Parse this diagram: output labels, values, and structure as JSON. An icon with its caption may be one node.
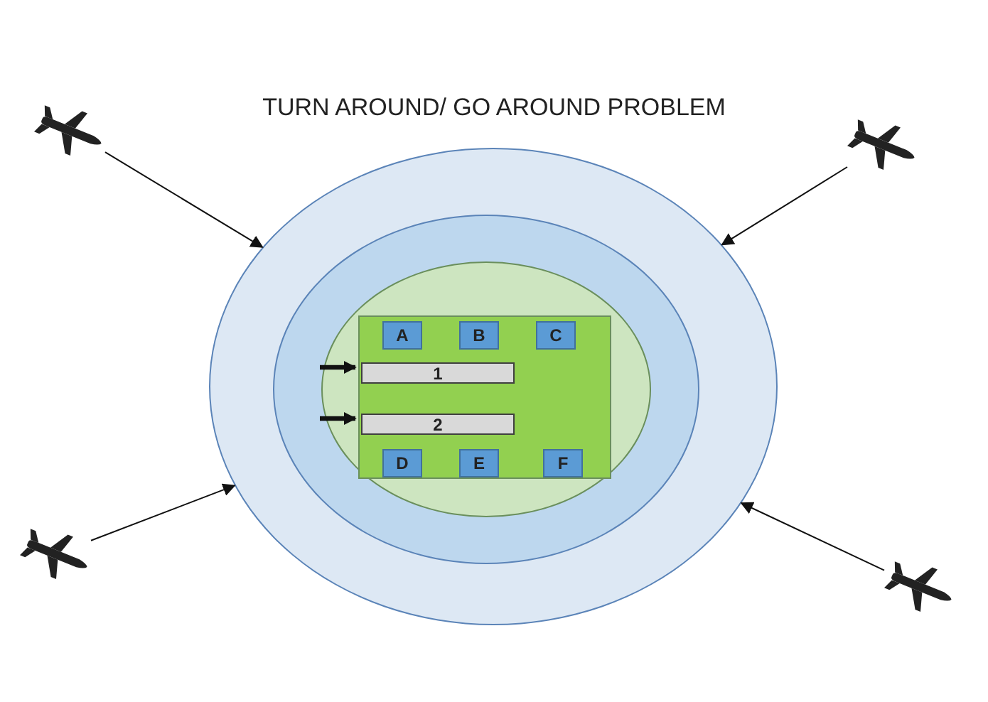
{
  "diagram": {
    "title": "TURN AROUND/ GO AROUND PROBLEM",
    "nodes": [
      {
        "text": [],
        "shape": "airplane"
      },
      {
        "text": [],
        "shape": "airplane"
      },
      {
        "text": [],
        "shape": "ellipse"
      },
      {
        "text": [],
        "shape": "ellipse",
        "in": 2
      },
      {
        "text": [],
        "shape": "ellipse",
        "in": 3
      },
      {
        "text": [],
        "shape": "box",
        "in": 4
      },
      {
        "text": [
          "A"
        ],
        "in": 5
      },
      {
        "text": [
          "B"
        ],
        "in": 5
      },
      {
        "text": [
          "C"
        ],
        "in": 5
      },
      {
        "text": [
          "1"
        ],
        "in": 5
      },
      {
        "text": [
          "2"
        ],
        "in": 5
      },
      {
        "text": [
          "D"
        ],
        "in": 5
      },
      {
        "text": [
          "E"
        ],
        "in": 5
      },
      {
        "text": [
          "F"
        ],
        "in": 5
      },
      {
        "text": [],
        "shape": "airplane"
      },
      {
        "text": [],
        "shape": "airplane"
      }
    ],
    "edges": [
      {
        "from": 0,
        "to": 2,
        "arrow": "to"
      },
      {
        "from": 1,
        "to": 2,
        "arrow": "to"
      },
      {
        "from": 14,
        "to": 2,
        "arrow": "to"
      },
      {
        "from": 15,
        "to": 2,
        "arrow": "to"
      },
      {
        "from": null,
        "to": 9,
        "arrow": "to",
        "style": "thick"
      },
      {
        "from": null,
        "to": 10,
        "arrow": "to",
        "style": "thick"
      }
    ]
  }
}
